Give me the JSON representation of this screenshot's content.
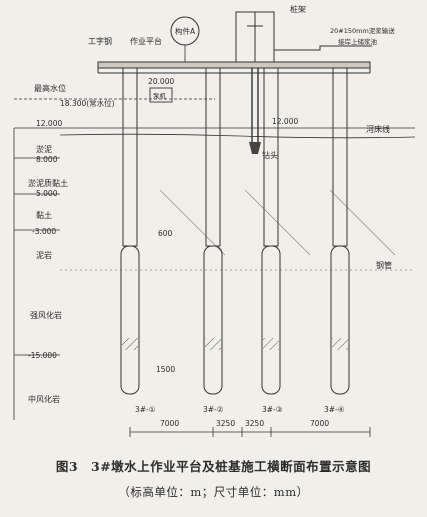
{
  "top_labels": {
    "steel_beam": "工字钢",
    "platform": "作业平台",
    "component_a": "构件A",
    "pile_frame": "桩架",
    "pipe_note_line1": "20#150mm泥浆输送",
    "pipe_note_line2": "接岸上储浆池"
  },
  "water_levels": {
    "max_water_title": "最高水位",
    "max_water_value": "18.300(常水位)",
    "platform_elev": "20.000",
    "pump": "泵机",
    "elev_12_left": "12.000",
    "elev_12_mid": "12.000",
    "river_bed": "河床线",
    "drill_bit": "钻头"
  },
  "strata": [
    {
      "name": "淤泥",
      "elev": "8.000"
    },
    {
      "name": "淤泥质黏土",
      "elev": "5.000"
    },
    {
      "name": "黏土",
      "elev": "-3.000"
    },
    {
      "name": "泥岩",
      "elev": ""
    },
    {
      "name": "强风化岩",
      "elev": "-15.000"
    },
    {
      "name": "中风化岩",
      "elev": ""
    }
  ],
  "dims": {
    "casing_dia": "600",
    "pile_dia": "1500",
    "spacing": [
      "7000",
      "3250",
      "3250",
      "7000"
    ]
  },
  "casing_label": "钢管",
  "piles": [
    "3#-①",
    "3#-②",
    "3#-③",
    "3#-④"
  ],
  "caption": "图3　3#墩水上作业平台及桩基施工横断面布置示意图",
  "caption_sub": "（标高单位：m；尺寸单位：mm）"
}
